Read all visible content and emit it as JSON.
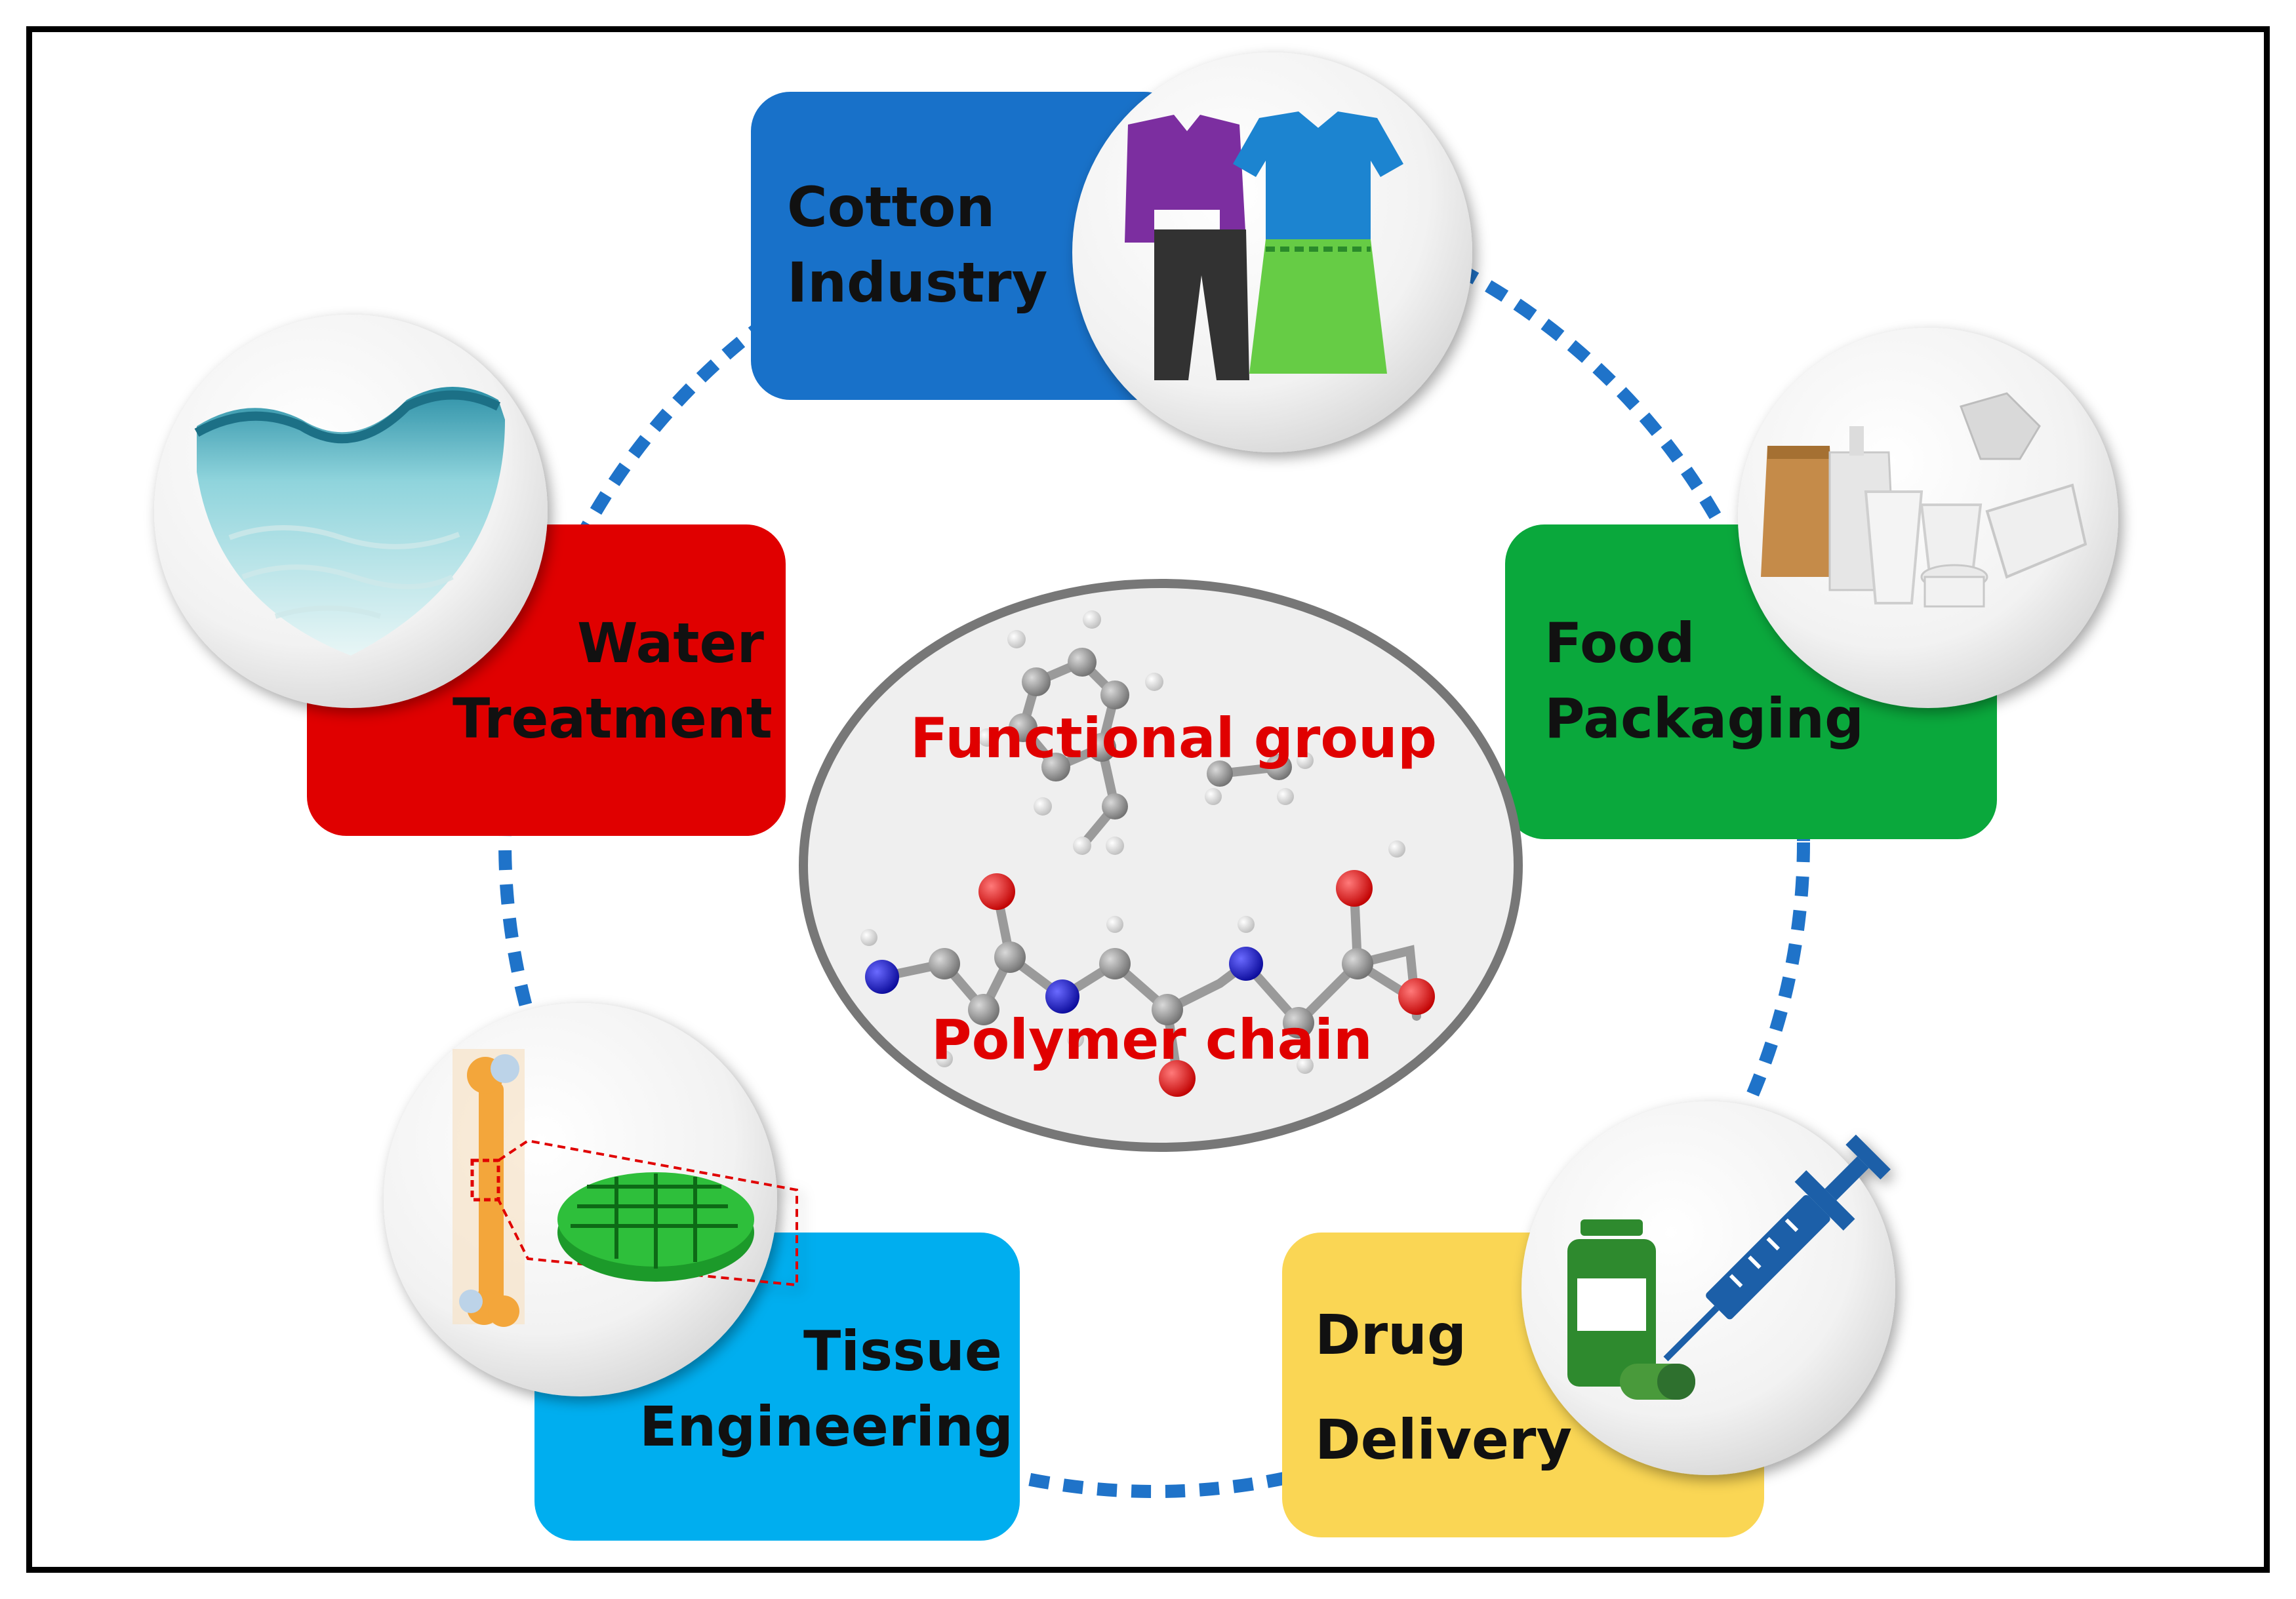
{
  "center": {
    "functional_group": "Functional group",
    "polymer_chain": "Polymer chain"
  },
  "applications": [
    {
      "key": "cotton",
      "line1": "Cotton",
      "line2": "Industry",
      "color": "#1871c9",
      "icon": "clothes-icon"
    },
    {
      "key": "food",
      "line1": "Food",
      "line2": "Packaging",
      "color": "#0aa83c",
      "icon": "packaging-icon"
    },
    {
      "key": "drug",
      "line1": "Drug",
      "line2": "Delivery",
      "color": "#fad654",
      "icon": "medicine-syringe-icon"
    },
    {
      "key": "tissue",
      "line1": "Tissue",
      "line2": "Engineering",
      "color": "#00aeef",
      "icon": "bone-scaffold-icon"
    },
    {
      "key": "water",
      "line1": "Water",
      "line2": "Treatment",
      "color": "#e00000",
      "icon": "water-icon"
    }
  ],
  "colors": {
    "ring": "#1f73c9",
    "label_red": "#e00000",
    "border": "#000000",
    "atom_carbon": "#8a8a8a",
    "atom_oxygen": "#e01010",
    "atom_nitrogen": "#1414c8"
  }
}
